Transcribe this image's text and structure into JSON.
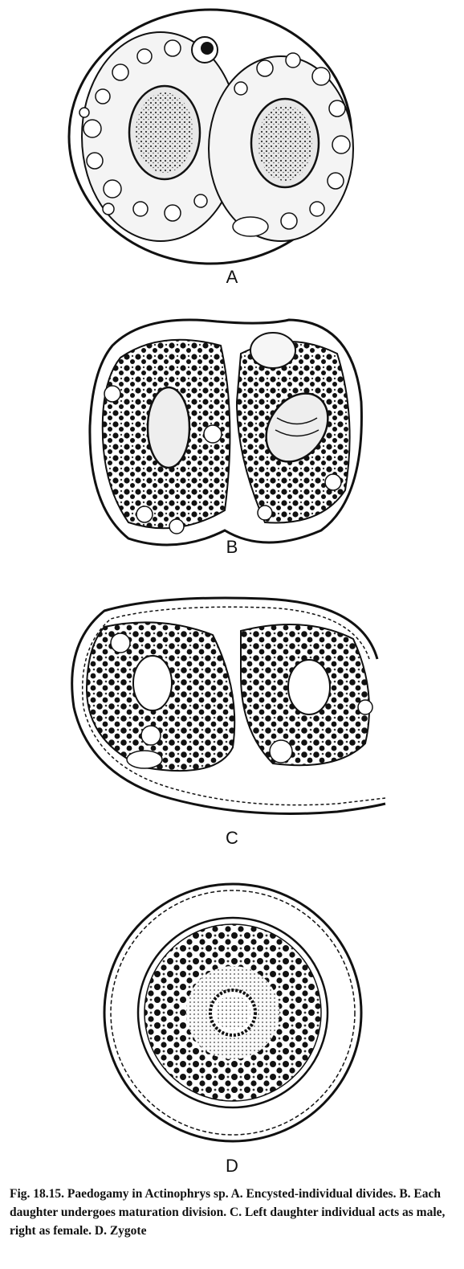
{
  "figure": {
    "panels": [
      {
        "label": "A"
      },
      {
        "label": "B"
      },
      {
        "label": "C"
      },
      {
        "label": "D"
      }
    ],
    "caption": {
      "number": "Fig. 18.15.",
      "text": "Paedogamy in Actinophrys sp. A. Encysted-individual divides. B. Each daughter undergoes maturation division. C. Left daughter individual acts as male, right as female. D. Zygote"
    }
  }
}
